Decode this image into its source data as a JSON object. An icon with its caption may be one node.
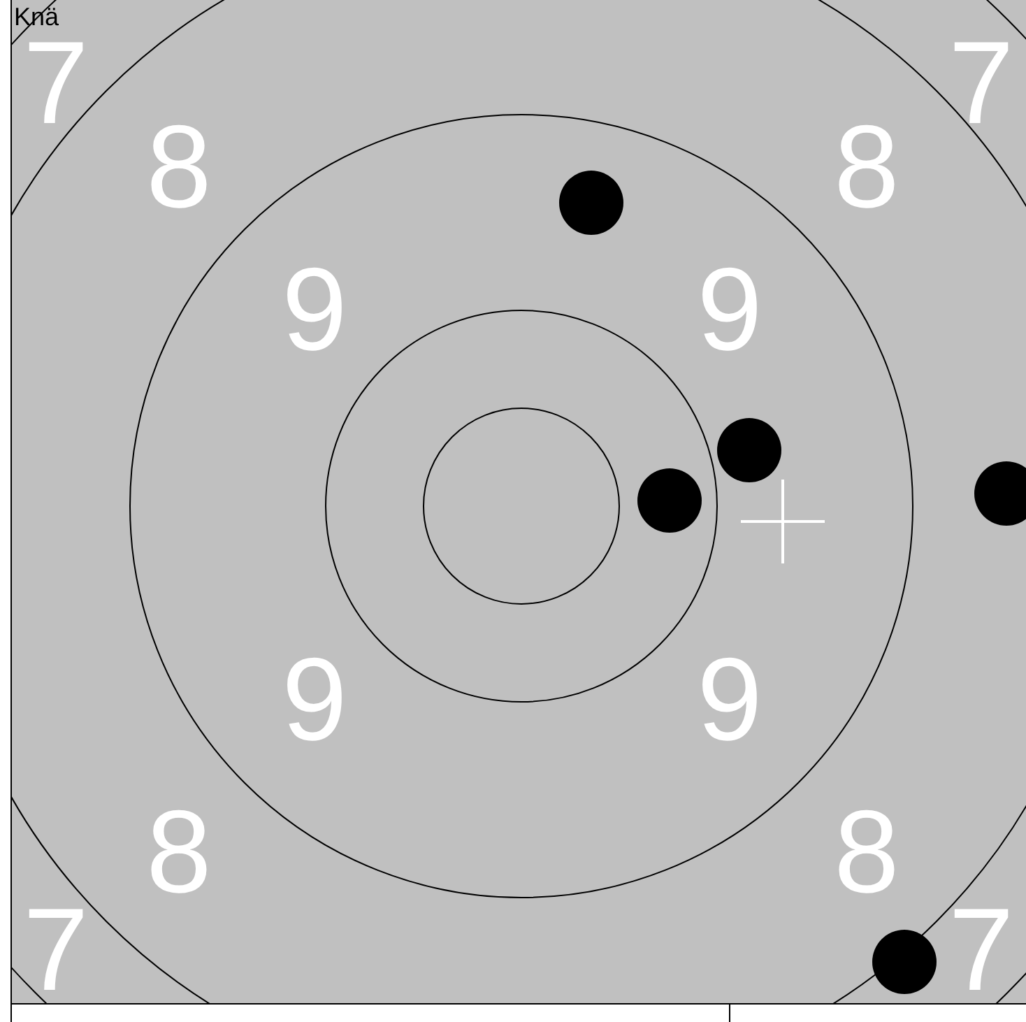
{
  "diagram": {
    "labels": [
      "Knä",
      "7",
      "7",
      "8",
      "8",
      "9",
      "9",
      "9",
      "9",
      "8",
      "8",
      "7",
      "7"
    ]
  }
}
